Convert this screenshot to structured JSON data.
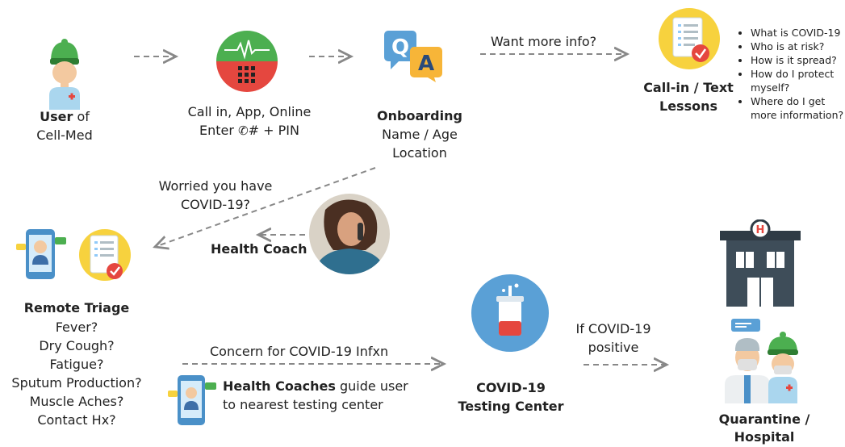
{
  "user": {
    "label_bold": "User",
    "label_rest": " of",
    "label_line2": "Cell-Med"
  },
  "callin": {
    "line1": "Call in, App, Online",
    "line2_prefix": "Enter ",
    "line2_suffix": "# + PIN"
  },
  "onboarding": {
    "title": "Onboarding",
    "line1": "Name / Age",
    "line2": "Location"
  },
  "want_more": "Want more info?",
  "lessons": {
    "line1": "Call-in / Text",
    "line2": "Lessons"
  },
  "lesson_topics": [
    "What is COVID-19",
    "Who is at risk?",
    "How is it spread?",
    "How do I protect myself?",
    "Where do I get more information?"
  ],
  "worried": {
    "line1": "Worried you have",
    "line2": "COVID-19?"
  },
  "health_coach": "Health Coach",
  "remote_triage": {
    "title": "Remote Triage",
    "items": [
      "Fever?",
      "Dry Cough?",
      "Fatigue?",
      "Sputum Production?",
      "Muscle Aches?",
      "Contact Hx?"
    ]
  },
  "concern": "Concern for COVID-19 Infxn",
  "coaches_guide": {
    "bold": "Health Coaches",
    "rest": " guide user",
    "line2": "to  nearest testing center"
  },
  "testing": {
    "line1": "COVID-19",
    "line2": "Testing Center"
  },
  "if_positive": {
    "line1": "If COVID-19",
    "line2": "positive"
  },
  "quarantine": {
    "line1": "Quarantine /",
    "line2": "Hospital"
  },
  "colors": {
    "green": "#4caf50",
    "red": "#e5473f",
    "yellow": "#f7d23e",
    "blue": "#4a90c8",
    "skin": "#f3c9a0",
    "dark": "#2f3b45"
  }
}
